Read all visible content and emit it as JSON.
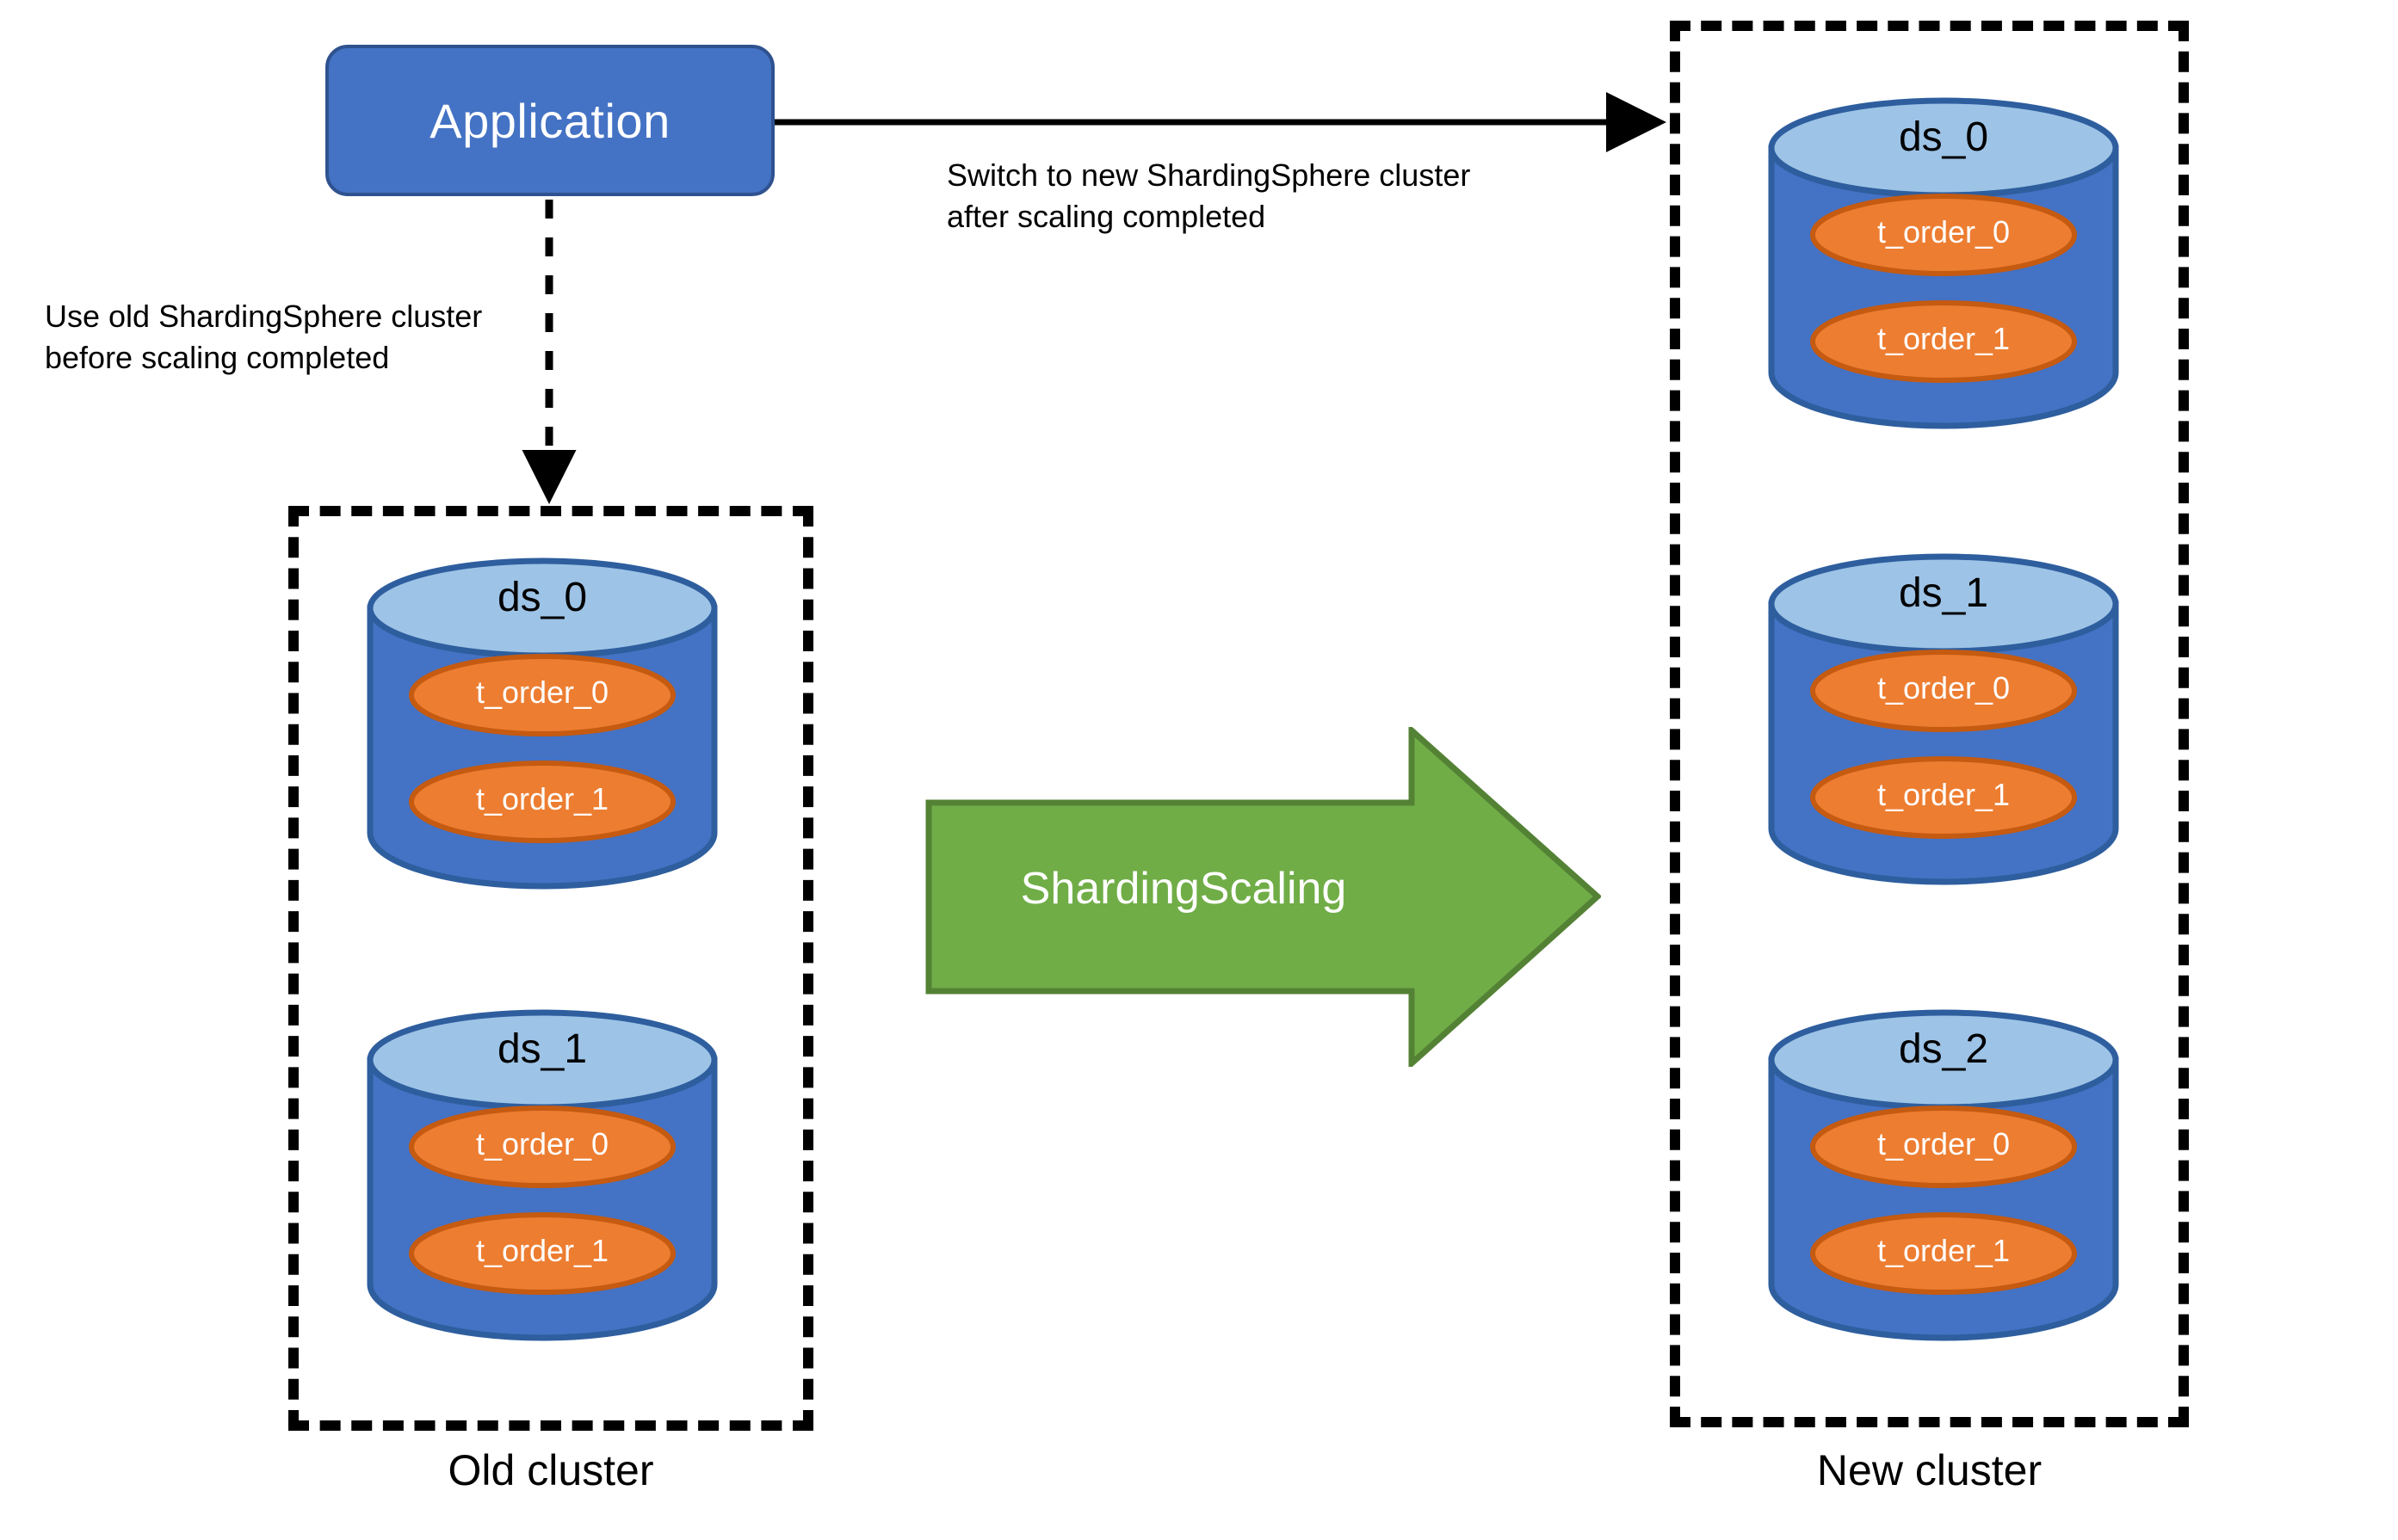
{
  "diagram": {
    "title": "ShardingSphere scaling migration",
    "colors": {
      "app_fill": "#4472C4",
      "app_stroke": "#2F528F",
      "db_body": "#4472C4",
      "db_top": "#9DC3E6",
      "db_stroke": "#2E5E9E",
      "table_fill": "#ED7D31",
      "table_stroke": "#C55A11",
      "arrow_fill": "#70AD47",
      "arrow_stroke": "#548235",
      "connector": "#000000",
      "cluster_border": "#000000",
      "text_dark": "#000000",
      "text_light": "#FFFFFF"
    }
  },
  "application": {
    "label": "Application"
  },
  "notes": {
    "to_new_cluster": "Switch to new ShardingSphere cluster\nafter scaling completed",
    "to_old_cluster": "Use old ShardingSphere cluster\nbefore scaling completed"
  },
  "scaling_arrow": {
    "label": "ShardingScaling"
  },
  "clusters": [
    {
      "id": "old",
      "caption": "Old cluster",
      "databases": [
        {
          "name": "ds_0",
          "tables": [
            "t_order_0",
            "t_order_1"
          ]
        },
        {
          "name": "ds_1",
          "tables": [
            "t_order_0",
            "t_order_1"
          ]
        }
      ]
    },
    {
      "id": "new",
      "caption": "New cluster",
      "databases": [
        {
          "name": "ds_0",
          "tables": [
            "t_order_0",
            "t_order_1"
          ]
        },
        {
          "name": "ds_1",
          "tables": [
            "t_order_0",
            "t_order_1"
          ]
        },
        {
          "name": "ds_2",
          "tables": [
            "t_order_0",
            "t_order_1"
          ]
        }
      ]
    }
  ]
}
